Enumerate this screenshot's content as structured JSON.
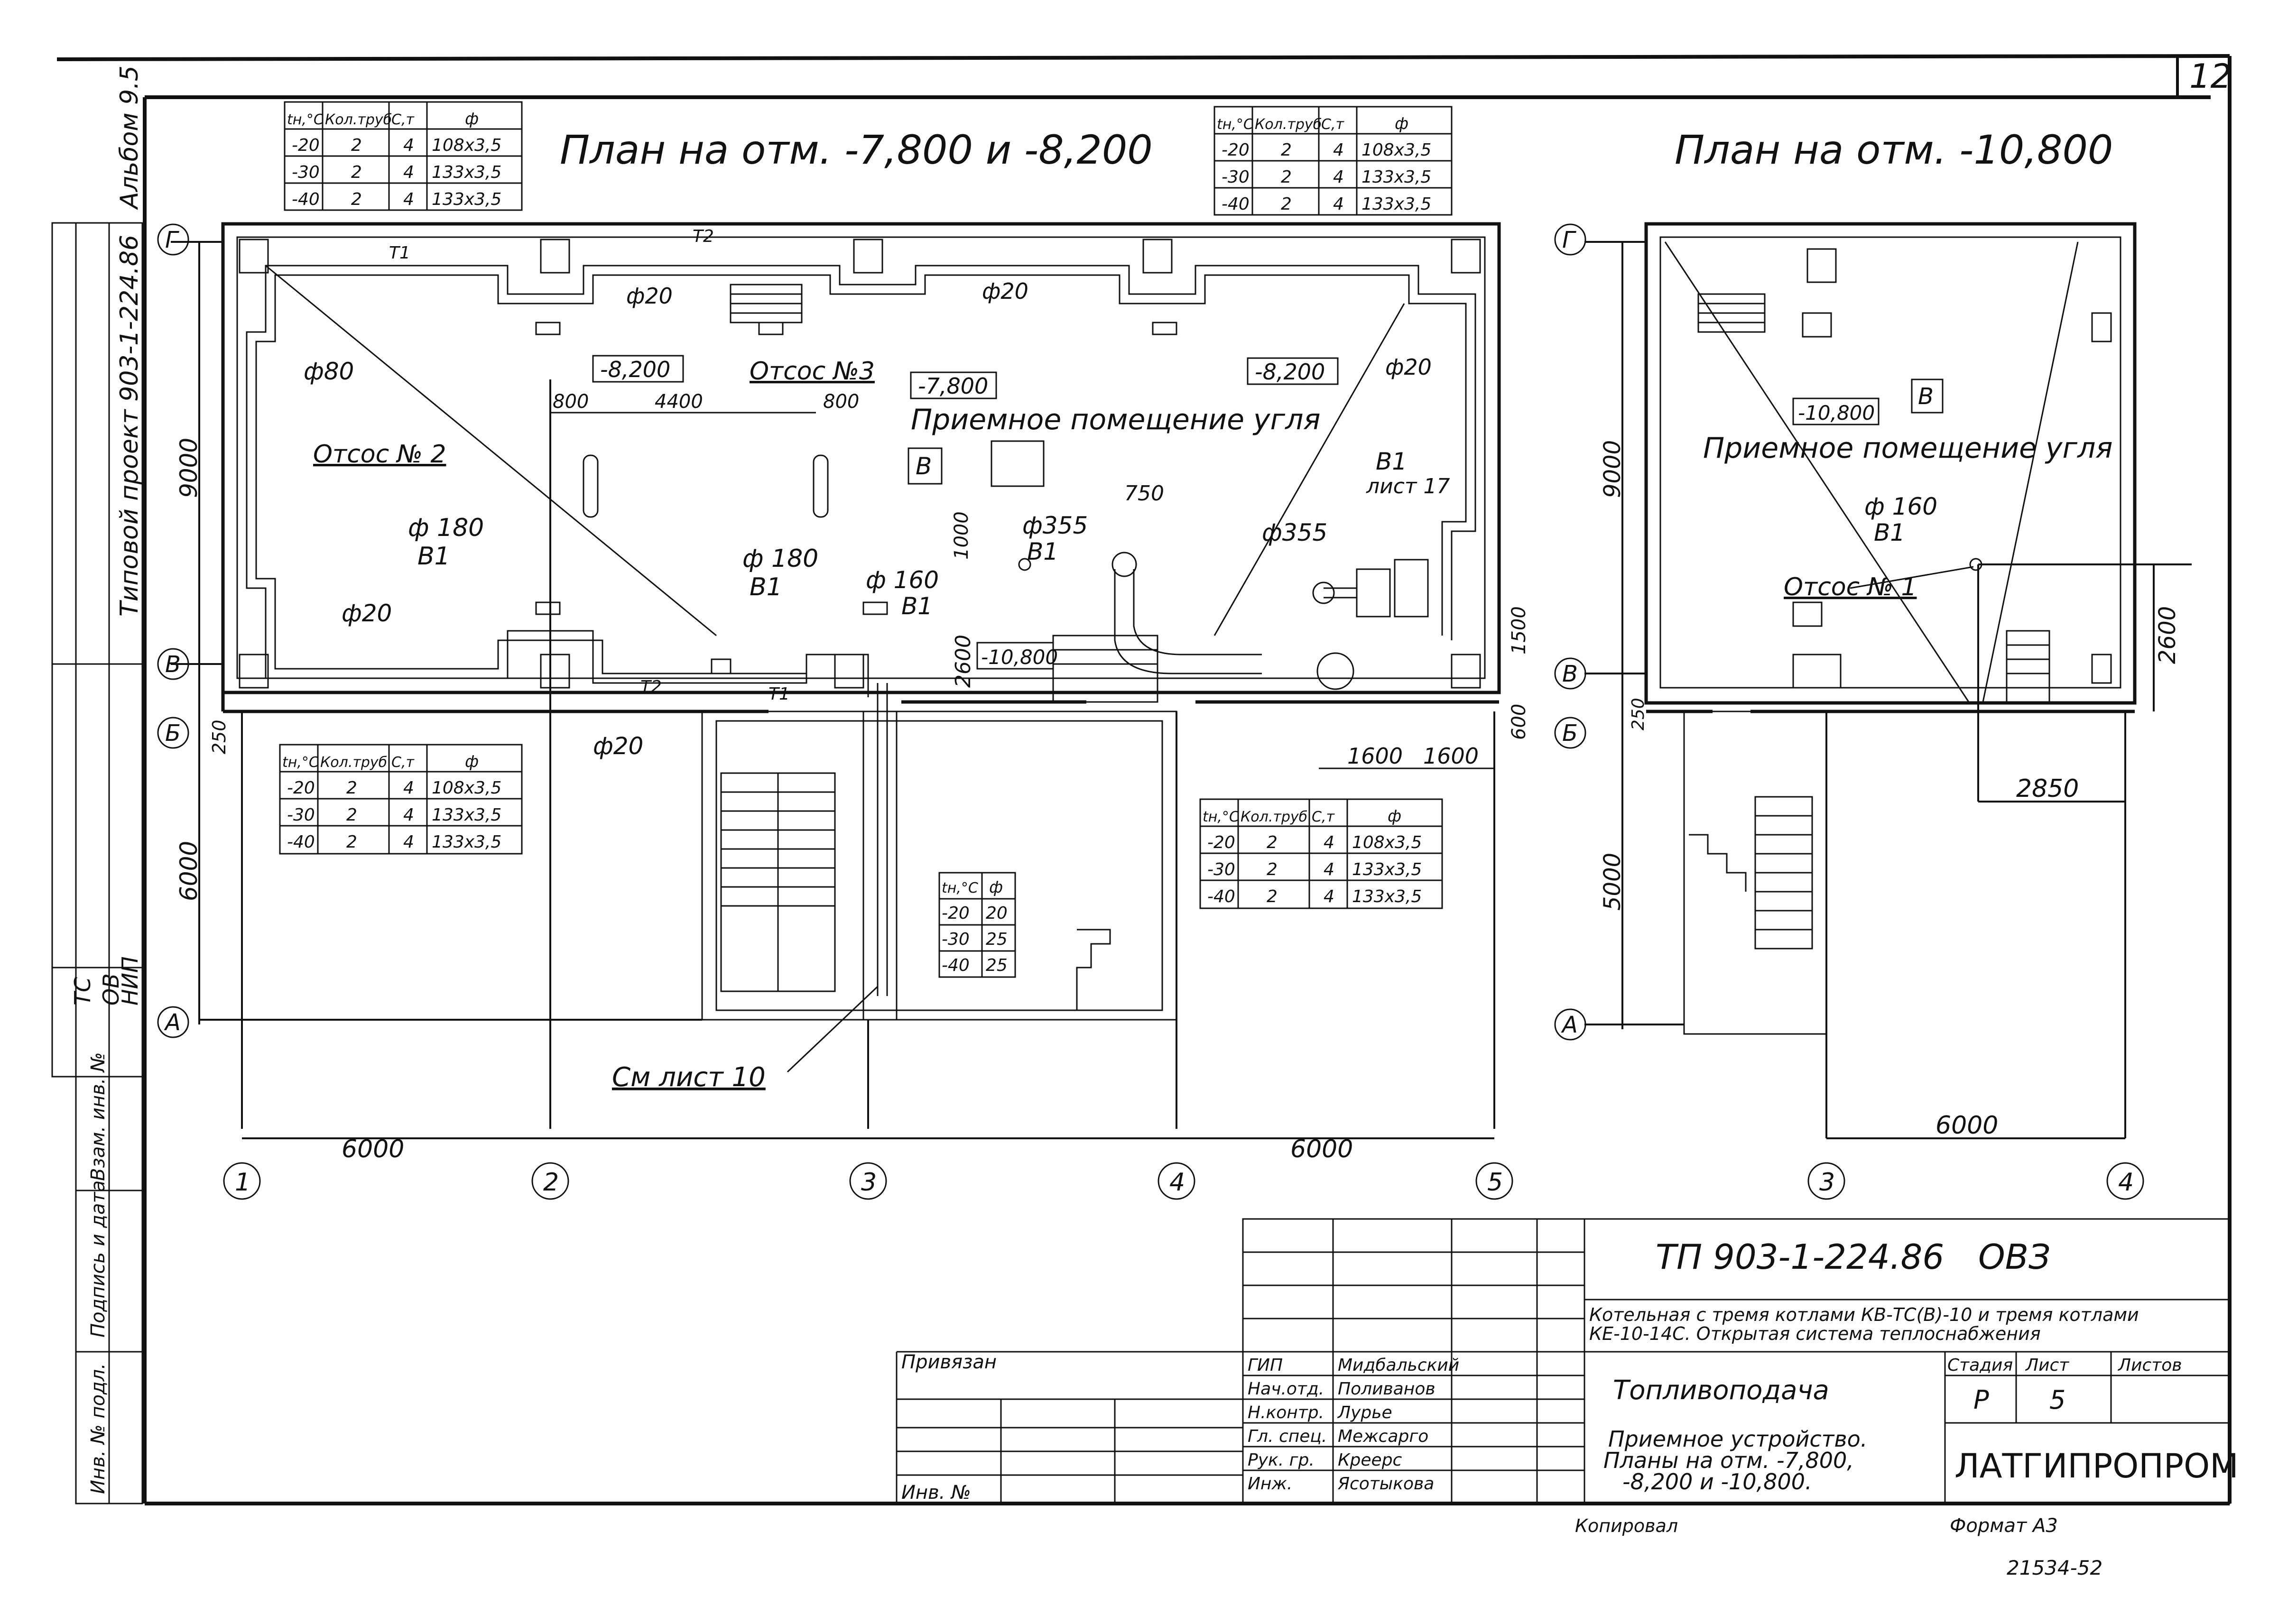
{
  "sheet_number": "12",
  "album": "Альбом 9.5",
  "project_side": "Типовой проект 903-1-224.86",
  "plan_left_title": "План на отм. -7,800 и -8,200",
  "plan_right_title": "План на отм. -10,800",
  "room_name": "Приемное помещение угля",
  "room_category": "В",
  "axes": {
    "rows": [
      "Г",
      "В",
      "Б",
      "А"
    ],
    "cols_left": [
      "1",
      "2",
      "3",
      "4",
      "5"
    ],
    "cols_right": [
      "3",
      "4"
    ]
  },
  "levels": {
    "l8200_a": "-8,200",
    "l8200_b": "-8,200",
    "l7800": "-7,800",
    "l10800": "-10,800",
    "l10800_r": "-10,800"
  },
  "labels": {
    "otsos2": "Отсос № 2",
    "otsos3": "Отсос №3",
    "otsos1": "Отсос № 1",
    "phi80": "ф80",
    "phi20": "ф20",
    "phi180": "ф 180",
    "phi160": "ф 160",
    "phi355": "ф355",
    "v1": "В1",
    "v1_list": "В1",
    "list17": "лист 17",
    "t1": "Т1",
    "t2": "Т2",
    "see_list": "См лист 10"
  },
  "dims": {
    "d9000": "9000",
    "d6000": "6000",
    "d4400": "4400",
    "d800a": "800",
    "d800b": "800",
    "d750": "750",
    "d1000": "1000",
    "d2600": "2600",
    "d1500": "1500",
    "d600": "600",
    "d1600a": "1600",
    "d1600b": "1600",
    "d250": "250",
    "d6000a": "6000",
    "d6000b": "6000",
    "d2850": "2850",
    "d6000r": "6000",
    "d9000r": "9000",
    "d5000r": "5000",
    "d2600r": "2600",
    "d250r": "250"
  },
  "pipe_table": {
    "header": [
      "tн,°C",
      "Кол.труб",
      "С,т",
      "ф"
    ],
    "rows": [
      [
        "-20",
        "2",
        "4",
        "108х3,5"
      ],
      [
        "-30",
        "2",
        "4",
        "133х3,5"
      ],
      [
        "-40",
        "2",
        "4",
        "133х3,5"
      ]
    ]
  },
  "riser_table": {
    "header": [
      "tн,°C",
      "ф"
    ],
    "rows": [
      [
        "-20",
        "20"
      ],
      [
        "-30",
        "25"
      ],
      [
        "-40",
        "25"
      ]
    ]
  },
  "stamp_side": [
    "ТС",
    "ОВ",
    "НИП"
  ],
  "title_block": {
    "code": "ТП 903-1-224.86",
    "mark": "ОВЗ",
    "project_desc_1": "Котельная с тремя котлами КВ-ТС(В)-10 и тремя котлами",
    "project_desc_2": "КЕ-10-14С. Открытая система теплоснабжения",
    "section": "Топливоподача",
    "sheet_title_1": "Приемное устройство.",
    "sheet_title_2": "Планы на отм. -7,800,",
    "sheet_title_3": "-8,200 и -10,800.",
    "stage_h": "Стадия",
    "sheet_h": "Лист",
    "sheets_h": "Листов",
    "stage": "Р",
    "sheet": "5",
    "org": "ЛАТГИПРОПРОМ",
    "bound": "Привязан",
    "inv": "Инв. №",
    "roles": [
      [
        "ГИП",
        "Мидбальский"
      ],
      [
        "Нач.отд.",
        "Поливанов"
      ],
      [
        "Н.контр.",
        "Лурье"
      ],
      [
        "Гл. спец.",
        "Межсарго"
      ],
      [
        "Рук. гр.",
        "Креерс"
      ],
      [
        "Инж.",
        "Ясотыкова"
      ]
    ],
    "copied": "Копировал",
    "format": "Формат А3",
    "order": "21534-52"
  },
  "left_margin": [
    "Инв. № подл.",
    "Подпись и дата",
    "Взам. инв. №"
  ]
}
